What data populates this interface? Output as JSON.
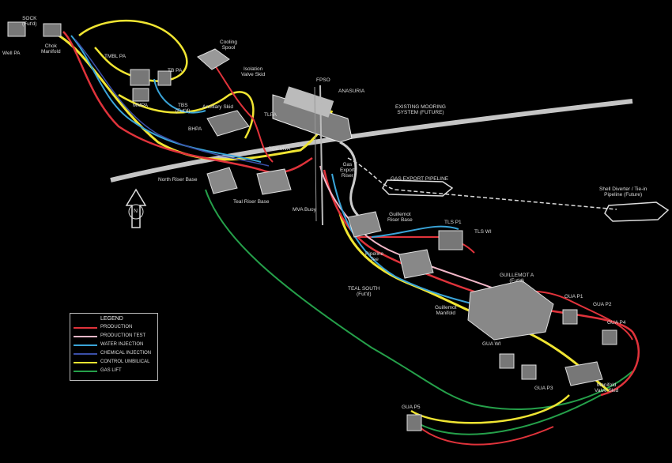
{
  "labels": {
    "sock": "SOCK\n(Fut'd)",
    "well_pa": "Well PA",
    "chok": "Chok\nManifold",
    "tmbl_pa": "TMBL PA",
    "tb_pa": "TB PA",
    "mmpa": "MMPA",
    "tbs": "TBS\n(Fut'd)",
    "bhpa": "BHPA",
    "ancillary": "Ancillary Skid",
    "cooling_spool": "Cooling\nSpool",
    "isolation_valve": "Isolation\nValve Skid",
    "tlpa": "TLPA",
    "fpso": "FPSO",
    "anasuria": "ANASURIA",
    "tb_mva": "Teal MVA",
    "mooring": "EXISTING MOORING\nSYSTEM (FUTURE)",
    "north_riser": "North Riser Base",
    "tb_riser": "Teal Riser Base",
    "mva_buoy": "MVA Buoy",
    "gas_export_riser": "Gas\nExport\nRiser",
    "gas_export_pipeline": "GAS EXPORT PIPELINE",
    "shell_diverter": "Shell Diverter / Tie-in\nPipeline (Future)",
    "guillemot_riser": "Guillemot\nRiser Base",
    "tls_p1": "TLS P1",
    "tls_wi": "TLS WI",
    "pipeline_tee": "Pipeline\nTee",
    "teal_south": "TEAL SOUTH\n(Fut'd)",
    "guillemot_manifold": "Guillemot\nManifold",
    "guillemot_a": "GUILLEMOT A\n(Fut'd)",
    "gua_p1": "GUA P1",
    "gua_p2": "GUA P2",
    "gua_p4": "GUA P4",
    "gua_wi": "GUA WI",
    "gua_p3": "GUA P3",
    "manifold_valve": "Manifold\nValve Skid",
    "gua_p5": "GUA P5",
    "north_arrow": "N"
  },
  "legend": {
    "title": "LEGEND",
    "items": [
      {
        "label": "PRODUCTION",
        "color": "#e0333b"
      },
      {
        "label": "PRODUCTION TEST",
        "color": "#f2b7c8"
      },
      {
        "label": "WATER INJECTION",
        "color": "#3aa4d8"
      },
      {
        "label": "CHEMICAL INJECTION",
        "color": "#3b4fa8"
      },
      {
        "label": "CONTROL UMBILICAL",
        "color": "#f0e532"
      },
      {
        "label": "GAS LIFT",
        "color": "#25a04a"
      }
    ]
  },
  "colors": {
    "production": "#e0333b",
    "production_test": "#f2b7c8",
    "water_injection": "#3aa4d8",
    "chemical_injection": "#3b4fa8",
    "umbilical": "#f0e532",
    "gas_lift": "#25a04a",
    "structure": "#9a9a9a"
  }
}
